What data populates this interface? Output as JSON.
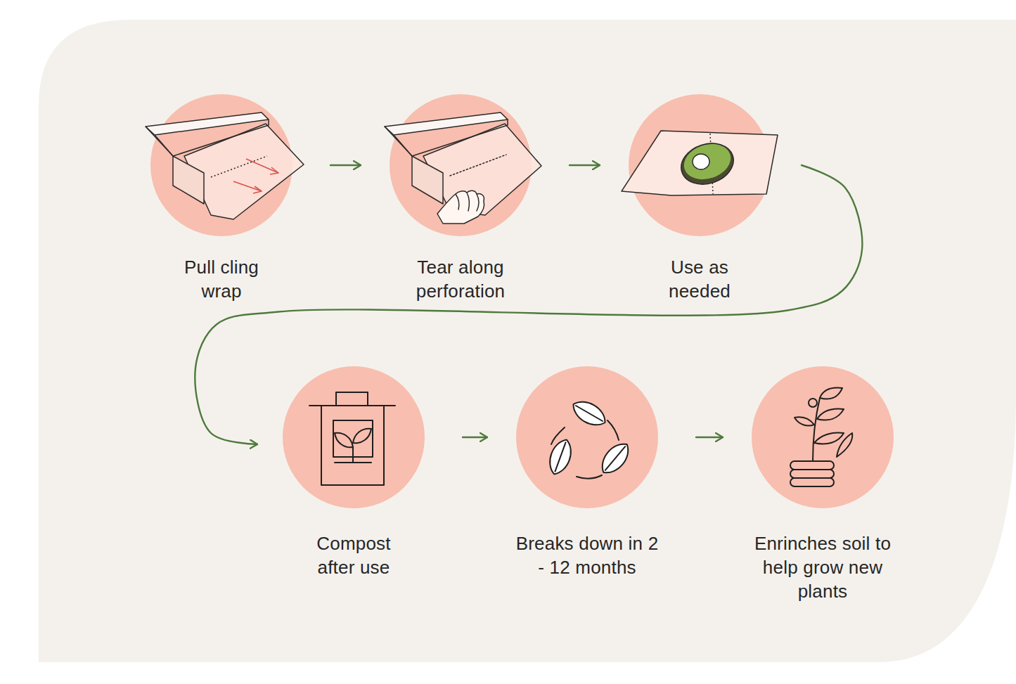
{
  "diagram": {
    "nodes": [
      {
        "text": [
          "Pull cling wrap"
        ]
      },
      {
        "text": [
          "Tear along perforation"
        ]
      },
      {
        "text": [
          "Use as needed"
        ]
      },
      {
        "text": [
          "Compost after use"
        ]
      },
      {
        "text": [
          "Breaks down in 2 - 12 months"
        ]
      },
      {
        "text": [
          "Enrinches soil to help grow new plants"
        ]
      }
    ],
    "edges": [
      {
        "from": 0,
        "to": 1,
        "arrow": "to"
      },
      {
        "from": 1,
        "to": 2,
        "arrow": "to"
      },
      {
        "from": 2,
        "to": 3,
        "arrow": "to"
      },
      {
        "from": 3,
        "to": 4,
        "arrow": "to"
      },
      {
        "from": 4,
        "to": 5,
        "arrow": "to"
      }
    ]
  }
}
